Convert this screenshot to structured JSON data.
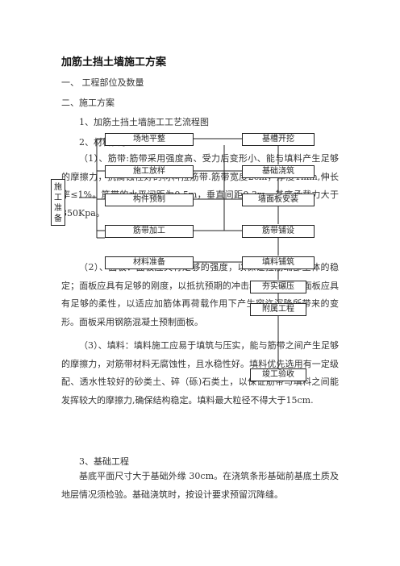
{
  "title": "加筋土挡土墙施工方案",
  "headings": {
    "h1": "一、   工程部位及数量",
    "h2": "二、施工方案",
    "h2_1": "1、加筋土挡土墙施工工艺流程图",
    "h2_2": "2、材料要求",
    "h2_3": "3、基础工程"
  },
  "paragraphs": {
    "p1": "（1）、筋带:筋带采用强度高、受力后变形小、能与填料产生足够的摩擦力，抗腐蚀性好的材料拉筋带.筋带宽度2cm，厚度1mm,伸长率≤1%。筋带的水平间距为0.5m，垂直间距0.3m，基底承载力大于350Kpa。",
    "p2": "（2）、面板：面板应具有足够的强度，以保证拉筋端部土体的稳定；面板应具有足够的刚度，以抵抗预期的冲击和振动作用；面板应具有足够的柔性，以适应加筋体再荷载作用下产生容许沉降所带来的变形。面板采用钢筋混凝土预制面板。",
    "p3": "（3）、填料：填料施工应易于填筑与压实，能与筋带之间产生足够的摩擦力，对筋带材料无腐蚀性，且水稳性好。填料优先选用有一定级配、透水性较好的砂类土、碎（砾)石类土，以保证筋带与填料之间能发挥较大的摩擦力,确保结构稳定。填料最大粒径不得大于15cm.",
    "p4": "基底平面尺寸大于基础外缘  30cm。在浇筑条形基础前基底土质及地层情况须检验。基础浇筑时，按设计要求预留沉降缝。"
  },
  "flowchart": {
    "side_label": "施工准备",
    "left": [
      "场地平整",
      "施工放样",
      "构件预制",
      "筋带加工",
      "材料准备"
    ],
    "right": [
      "基槽开挖",
      "基础浇筑",
      "墙面板安装",
      "筋带铺设",
      "填料铺筑",
      "夯实碾压",
      "附属工程",
      "竣工验收"
    ]
  }
}
